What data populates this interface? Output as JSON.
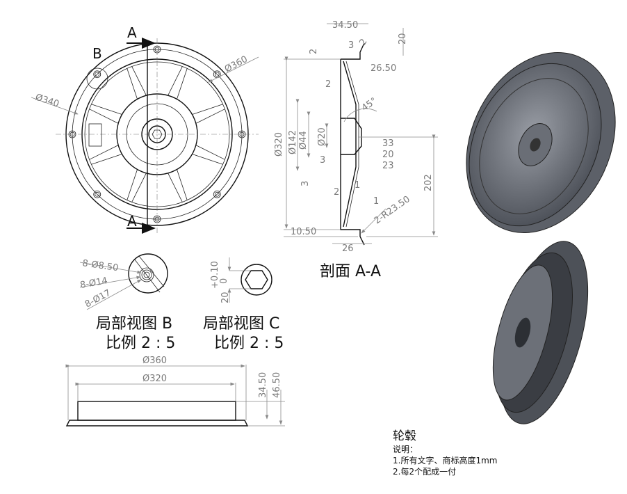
{
  "front_view": {
    "section_label_top": "A",
    "section_label_bottom": "A",
    "detail_label": "B",
    "dim_outer": "Ø360",
    "dim_bolt_circle": "Ø340"
  },
  "section_view": {
    "title": "剖面 A-A",
    "dims": {
      "d34_50": "34.50",
      "d20_top": "20",
      "d2_top": "2",
      "d3_top": "3",
      "d2_chamfer": "2",
      "d26_50": "26.50",
      "d2_wall": "2",
      "angle": "45°",
      "dia320": "Ø320",
      "dia142": "Ø142",
      "dia44": "Ø44",
      "dia20": "Ø20",
      "d33": "33",
      "d20": "20",
      "d3_mid": "3",
      "d23": "23",
      "d3_low": "3",
      "d1_a": "1",
      "d2_low": "2",
      "d1_b": "1",
      "d202": "202",
      "radius": "2-R23.50",
      "d10_50": "10.50",
      "d26": "26"
    }
  },
  "detail_b": {
    "title": "局部视图 B",
    "scale": "比例 2 : 5",
    "holes": [
      "8-Ø8.50",
      "8-Ø14",
      "8-Ø17"
    ]
  },
  "detail_c": {
    "title": "局部视图 C",
    "scale": "比例 2 : 5",
    "tolerance": "+0.10",
    "tolerance_low": "0",
    "size": "20"
  },
  "side_view": {
    "dia360": "Ø360",
    "dia320": "Ø320",
    "h34_50": "34.50",
    "h46_50": "46.50"
  },
  "notes": {
    "part_name": "轮毂",
    "heading": "说明：",
    "lines": [
      "1.所有文字、商标高度1mm",
      "2.每2个配成一付"
    ]
  }
}
